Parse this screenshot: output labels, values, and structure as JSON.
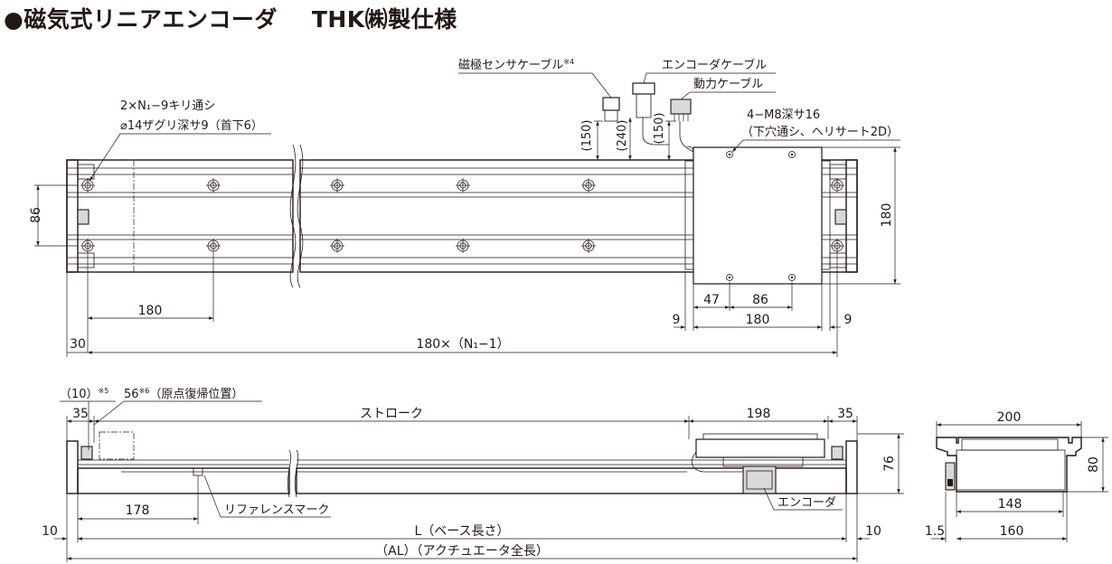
{
  "title": {
    "main": "●磁気式リニアエンコーダ",
    "maker": "THK㈱製仕様"
  },
  "top_view": {
    "mounting_hole_note_1": "2×N₁−9キリ通シ",
    "mounting_hole_note_2": "⌀14ザグリ深サ9（首下6）",
    "cable_sensor": "磁極センサケーブル",
    "cable_sensor_note": "※4",
    "cable_encoder": "エンコーダケーブル",
    "cable_power": "動力ケーブル",
    "tap_note_1": "4−M8深サ16",
    "tap_note_2": "（下穴通シ、ヘリサート2D）",
    "dim_150_left": "(150)",
    "dim_240": "(240)",
    "dim_150_right": "(150)",
    "dim_86_left": "86",
    "dim_180_pitch": "180",
    "dim_30": "30",
    "dim_pitch_total": "180×（N₁−1）",
    "dim_47": "47",
    "dim_86_slider": "86",
    "dim_9_left": "9",
    "dim_180_slider": "180",
    "dim_9_right": "9",
    "dim_180_height": "180"
  },
  "side_view": {
    "dim_10_paren": "（10）",
    "dim_10_paren_note": "※5",
    "dim_56": "56",
    "dim_56_note": "※6",
    "dim_56_text": "（原点復帰位置）",
    "dim_35_left": "35",
    "stroke": "ストローク",
    "dim_198": "198",
    "dim_35_right": "35",
    "dim_76": "76",
    "dim_178": "178",
    "reference_mark": "リファレンスマーク",
    "encoder": "エンコーダ",
    "dim_10_left": "10",
    "dim_L": "L（ベース長さ）",
    "dim_10_right": "10",
    "dim_AL": "（AL）（アクチュエータ全長）"
  },
  "end_view": {
    "dim_200": "200",
    "dim_80": "80",
    "dim_148": "148",
    "dim_1_5": "1.5",
    "dim_160": "160"
  }
}
